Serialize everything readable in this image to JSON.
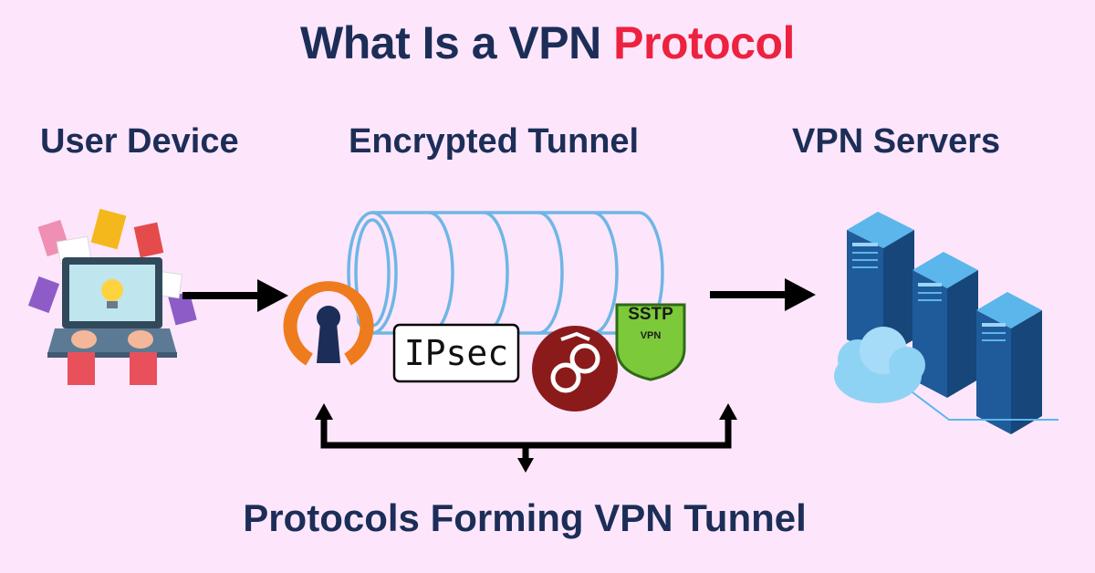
{
  "title": {
    "prefix": "What Is a VPN",
    "highlight": "Protocol"
  },
  "labels": {
    "user_device": "User Device",
    "tunnel": "Encrypted Tunnel",
    "servers": "VPN Servers",
    "bottom": "Protocols Forming VPN Tunnel"
  },
  "protocols": {
    "ipsec": "IPsec",
    "sstp_main": "SSTP",
    "sstp_sub": "VPN"
  },
  "colors": {
    "background": "#fde6fb",
    "title": "#1c2e57",
    "highlight": "#ec2240",
    "tunnel": "#6fb6e6",
    "openvpn": "#ee7b1e",
    "wireguard": "#8b1a1a",
    "sstp": "#7cc93a"
  },
  "icons": [
    "laptop-icon",
    "openvpn-icon",
    "wireguard-icon",
    "sstp-icon",
    "server-icon",
    "cloud-icon"
  ]
}
